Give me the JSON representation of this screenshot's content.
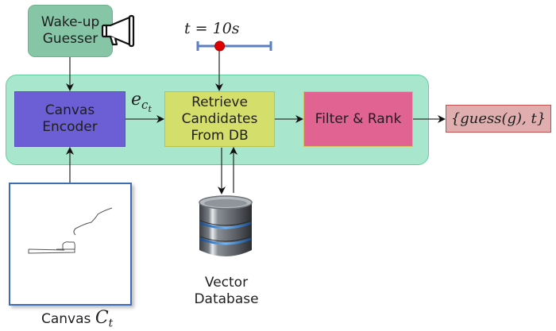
{
  "wake_up_guesser": {
    "line1": "Wake-up",
    "line2": "Guesser",
    "icon": "megaphone-icon"
  },
  "timer": {
    "label": "t = 10s",
    "position_fraction": 0.3
  },
  "pipeline": {
    "canvas_encoder": {
      "line1": "Canvas",
      "line2": "Encoder"
    },
    "embedding_label": {
      "base": "e",
      "sub": "c",
      "subsub": "t"
    },
    "retrieve": {
      "line1": "Retrieve",
      "line2": "Candidates",
      "line3": "From DB"
    },
    "filter_rank": {
      "label": "Filter & Rank"
    }
  },
  "output": {
    "label": "{guess(g), t}"
  },
  "canvas": {
    "label": "Canvas",
    "math": "C",
    "sub": "t"
  },
  "database": {
    "line1": "Vector",
    "line2": "Database",
    "icon": "database-icon"
  },
  "colors": {
    "container_fill": "#a8e6ce",
    "container_stroke": "#5fcf9d",
    "guesser_fill": "#86c6a6",
    "encoder_fill": "#6c5fd6",
    "retrieve_fill": "#d4de6a",
    "filter_fill": "#e06392",
    "output_fill": "#e0aeae",
    "output_stroke": "#c0504d",
    "timer_bar": "#5b7fc0",
    "timer_dot": "#e00000",
    "canvas_border": "#3d6eb5"
  }
}
